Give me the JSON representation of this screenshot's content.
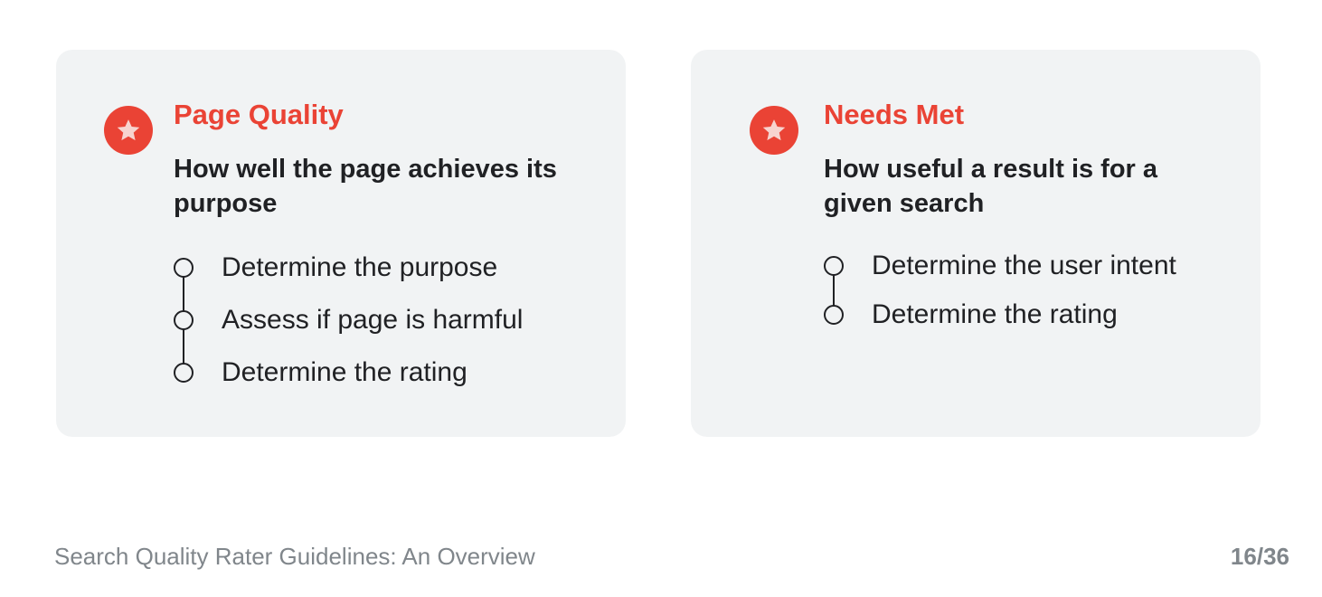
{
  "colors": {
    "accent": "#ea4335",
    "card_background": "#f1f3f4",
    "text": "#202124",
    "footer_text": "#80868b"
  },
  "cards": [
    {
      "icon": "star-icon",
      "title": "Page Quality",
      "subtitle": "How well the page achieves its purpose",
      "steps": [
        "Determine the purpose",
        "Assess if page is harmful",
        "Determine the rating"
      ]
    },
    {
      "icon": "star-icon",
      "title": "Needs Met",
      "subtitle": "How useful a result is for a given search",
      "steps": [
        "Determine the user intent",
        "Determine the rating"
      ]
    }
  ],
  "footer": {
    "title": "Search Quality Rater Guidelines: An Overview",
    "page_number": "16/36"
  }
}
